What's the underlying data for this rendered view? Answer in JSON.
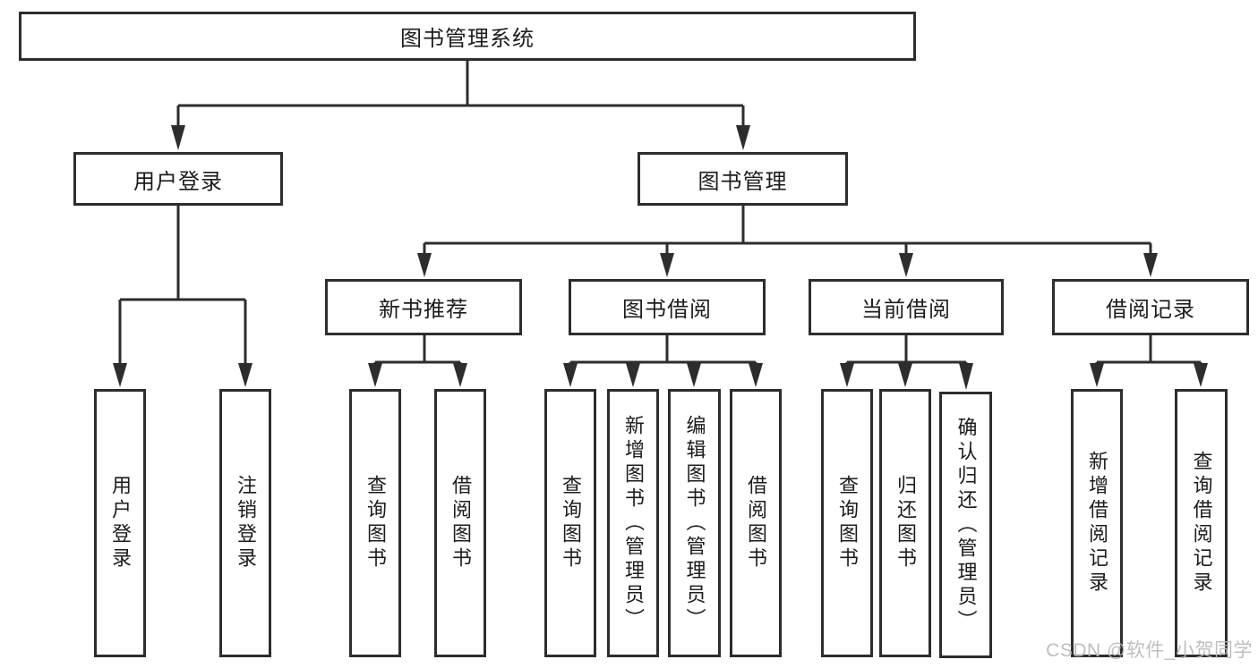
{
  "diagram": {
    "root": "图书管理系统",
    "children": [
      {
        "label": "用户登录",
        "children": [
          {
            "label": "用户登录"
          },
          {
            "label": "注销登录"
          }
        ]
      },
      {
        "label": "图书管理",
        "children": [
          {
            "label": "新书推荐",
            "children": [
              {
                "label": "查询图书"
              },
              {
                "label": "借阅图书"
              }
            ]
          },
          {
            "label": "图书借阅",
            "children": [
              {
                "label": "查询图书"
              },
              {
                "label": "新增图书（管理员）"
              },
              {
                "label": "编辑图书（管理员）"
              },
              {
                "label": "借阅图书"
              }
            ]
          },
          {
            "label": "当前借阅",
            "children": [
              {
                "label": "查询图书"
              },
              {
                "label": "归还图书"
              },
              {
                "label": "确认归还（管理员）"
              }
            ]
          },
          {
            "label": "借阅记录",
            "children": [
              {
                "label": "新增借阅记录"
              },
              {
                "label": "查询借阅记录"
              }
            ]
          }
        ]
      }
    ]
  },
  "watermark": {
    "text": "CSDN @软件_小贺同学"
  },
  "colors": {
    "line": "#2d2d2d",
    "box_border": "#2d2d2d",
    "box_background": "#ffffff",
    "text": "#1c1c1c",
    "watermark": "#b9b9bd",
    "page_background": "#ffffff"
  }
}
